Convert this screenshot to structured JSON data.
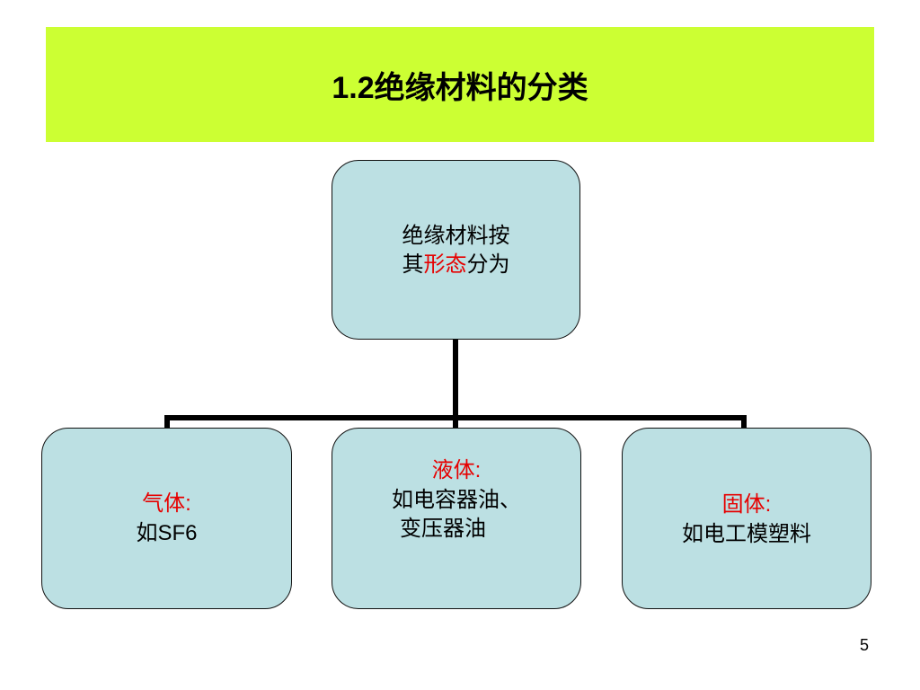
{
  "slide": {
    "title": "1.2绝缘材料的分类",
    "page_number": "5"
  },
  "diagram": {
    "root": {
      "line1": "绝缘材料按",
      "line2_prefix": "其",
      "line2_highlight": "形态",
      "line2_suffix": "分为"
    },
    "children": [
      {
        "label": "气体",
        "colon": ":",
        "desc_cn": "如",
        "desc_latin": "SF6"
      },
      {
        "label": "液体",
        "colon": ":",
        "desc_line1": "如电容器油、",
        "desc_line2": "变压器油"
      },
      {
        "label": "固体",
        "colon": ":",
        "desc": "如电工模塑料"
      }
    ]
  },
  "colors": {
    "title_bg": "#ccff33",
    "box_fill": "#bce0e3",
    "highlight": "#e60000",
    "connector": "#000000"
  }
}
